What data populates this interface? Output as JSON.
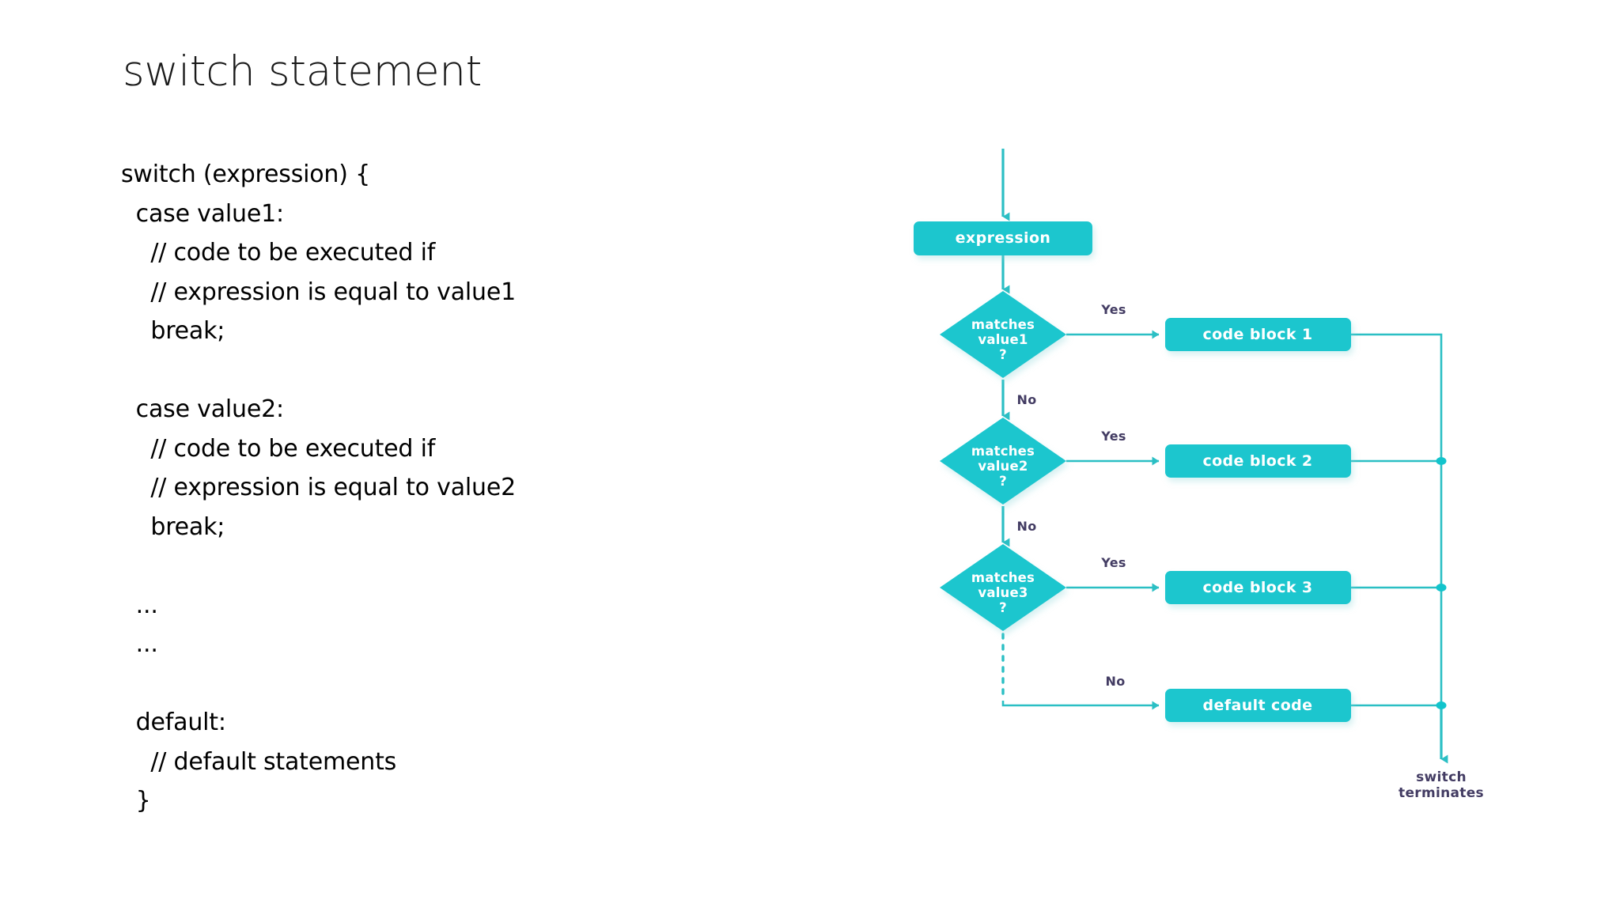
{
  "slide": {
    "title": "switch statement",
    "background_color": "#ffffff"
  },
  "code": {
    "lines": [
      "switch (expression) {",
      "  case value1:",
      "    // code to be executed if",
      "    // expression is equal to value1",
      "    break;",
      "",
      "  case value2:",
      "    // code to be executed if",
      "    // expression is equal to value2",
      "    break;",
      "",
      "  ...",
      "  ...",
      "",
      "  default:",
      "    // default statements",
      "  }"
    ]
  },
  "flowchart": {
    "colors": {
      "node_fill": "#1ac6ce",
      "node_text": "#ffffff",
      "edge_line": "#2bbfc4",
      "edge_label_text": "#433c63",
      "junction_dot": "#12c4cc"
    },
    "start_node": {
      "label": "expression",
      "shape": "rounded-rect"
    },
    "decisions": [
      {
        "line1": "matches",
        "line2": "value1",
        "line3": "?",
        "yes_label": "Yes",
        "no_label": "No"
      },
      {
        "line1": "matches",
        "line2": "value2",
        "line3": "?",
        "yes_label": "Yes",
        "no_label": "No"
      },
      {
        "line1": "matches",
        "line2": "value3",
        "line3": "?",
        "yes_label": "Yes",
        "no_label": "No"
      }
    ],
    "actions": [
      {
        "label": "code block 1",
        "shape": "rounded-rect"
      },
      {
        "label": "code block 2",
        "shape": "rounded-rect"
      },
      {
        "label": "code block 3",
        "shape": "rounded-rect"
      },
      {
        "label": "default code",
        "shape": "rounded-rect"
      }
    ],
    "default_branch_label": "No",
    "terminus": {
      "line1": "switch",
      "line2": "terminates"
    }
  }
}
